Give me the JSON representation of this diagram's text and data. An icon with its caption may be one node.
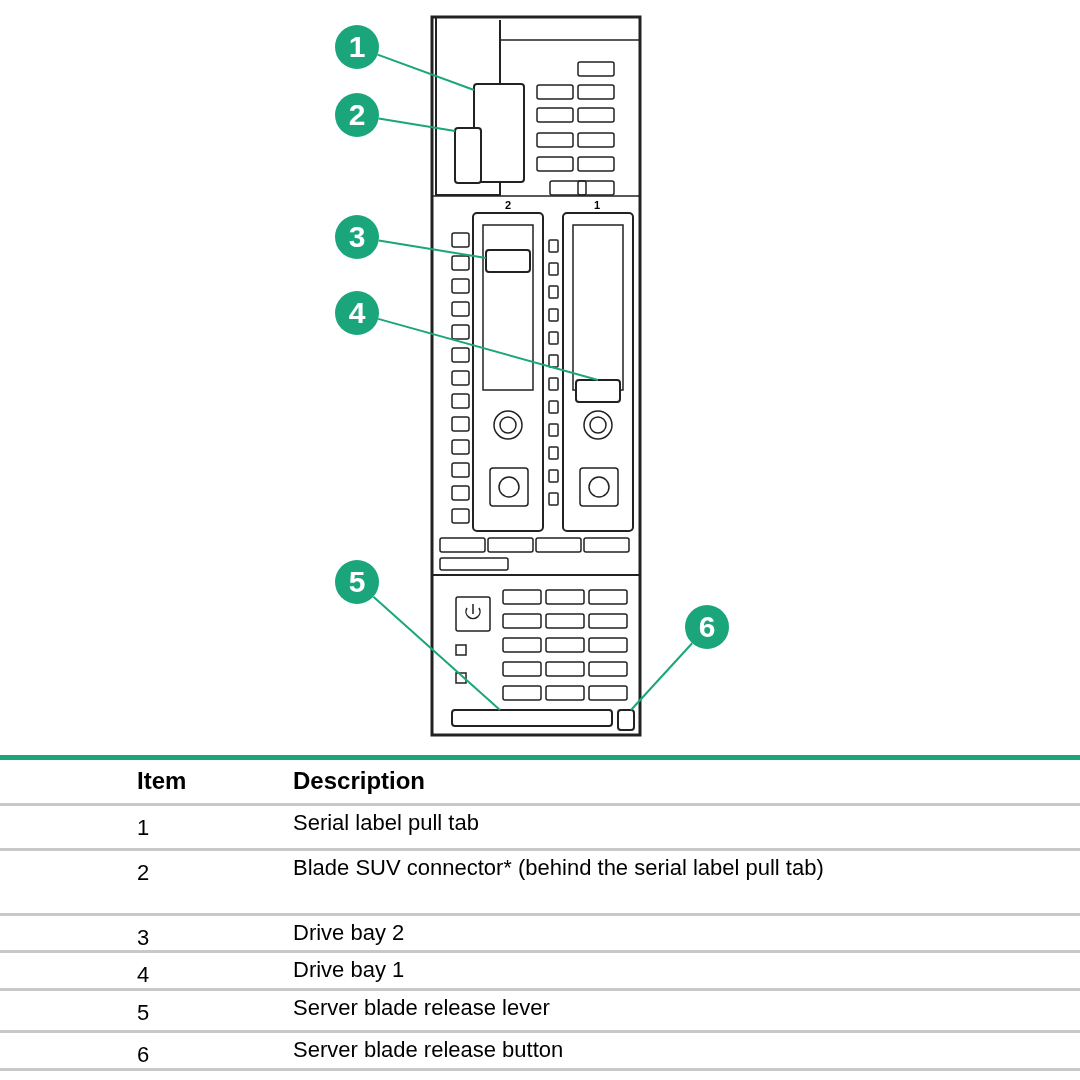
{
  "diagram": {
    "nodes": [
      {
        "text": [
          "1"
        ]
      },
      {
        "text": [
          "2"
        ]
      },
      {
        "text": [
          "3"
        ]
      },
      {
        "text": [
          "4"
        ]
      },
      {
        "text": [
          "5"
        ]
      },
      {
        "text": [
          "6"
        ]
      },
      {
        "text": [],
        "shape": "box"
      },
      {
        "text": [],
        "shape": "box"
      },
      {
        "text": [],
        "shape": "box"
      },
      {
        "text": [],
        "shape": "box"
      },
      {
        "text": [],
        "shape": "box"
      },
      {
        "text": [],
        "shape": "box"
      }
    ],
    "edges": [
      {
        "from": 0,
        "to": 6,
        "arrow": "none"
      },
      {
        "from": 1,
        "to": 7,
        "arrow": "none"
      },
      {
        "from": 2,
        "to": 8,
        "arrow": "none"
      },
      {
        "from": 3,
        "to": 9,
        "arrow": "none"
      },
      {
        "from": 4,
        "to": 10,
        "arrow": "none"
      },
      {
        "from": 5,
        "to": 11,
        "arrow": "none"
      }
    ],
    "labels": [
      "2",
      "1",
      "Item",
      "Description",
      "1",
      "Serial label pull tab",
      "2",
      "Blade SUV connector* (behind the serial label pull tab)",
      "3",
      "Drive bay 2",
      "4",
      "Drive bay 1",
      "5",
      "Server blade release lever",
      "6",
      "Server blade release button"
    ]
  }
}
